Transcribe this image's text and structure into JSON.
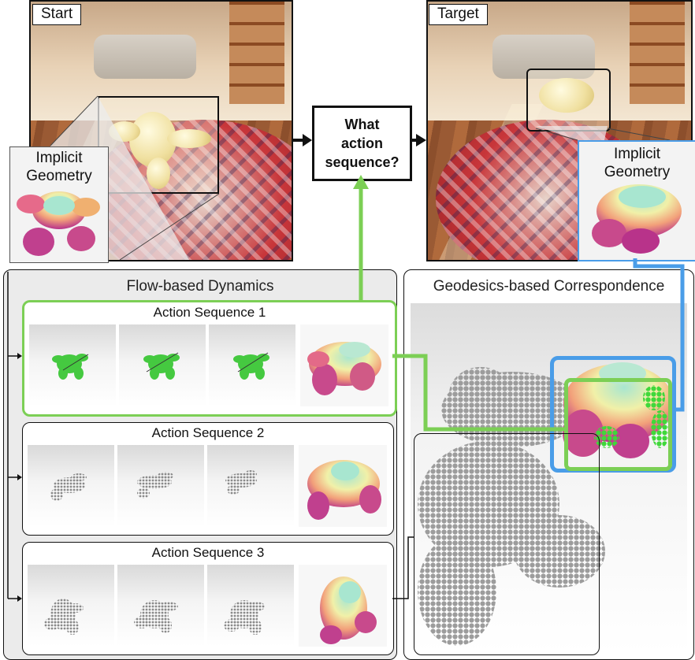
{
  "scenes": {
    "start_label": "Start",
    "target_label": "Target"
  },
  "inset_start": {
    "line1": "Implicit",
    "line2": "Geometry"
  },
  "inset_target": {
    "line1": "Implicit",
    "line2": "Geometry"
  },
  "question": {
    "line1": "What",
    "line2": "action",
    "line3": "sequence?"
  },
  "flow_panel": {
    "title": "Flow-based Dynamics",
    "sequences": [
      {
        "label": "Action Sequence 1",
        "highlight": "green"
      },
      {
        "label": "Action Sequence 2",
        "highlight": "none"
      },
      {
        "label": "Action Sequence 3",
        "highlight": "none"
      }
    ]
  },
  "geo_panel": {
    "title": "Geodesics-based Correspondence"
  },
  "colors": {
    "green": "#7ccf55",
    "blue": "#4a9de8",
    "outline": "#111111",
    "panel_bg": "#ebebeb"
  }
}
